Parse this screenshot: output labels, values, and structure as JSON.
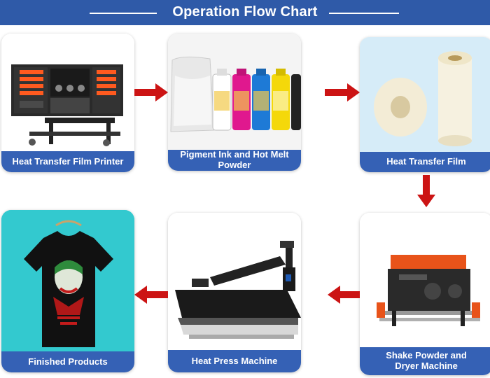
{
  "title": "Operation Flow Chart",
  "colors": {
    "header": "#2f5aa8",
    "label": "#3561b5",
    "arrow": "#cc1414",
    "finished_bg": "#33c9cf"
  },
  "steps": [
    {
      "label": "Heat Transfer Film Printer",
      "icon": "dtf-printer-image"
    },
    {
      "label": "Pigment Ink and Hot Melt Powder",
      "icon": "ink-bottles-and-powder-image"
    },
    {
      "label": "Heat Transfer Film",
      "icon": "film-rolls-image"
    },
    {
      "label": "Shake Powder and\nDryer Machine",
      "icon": "shaker-dryer-machine-image"
    },
    {
      "label": "Heat Press Machine",
      "icon": "heat-press-image"
    },
    {
      "label": "Finished Products",
      "icon": "printed-tshirt-image"
    }
  ]
}
